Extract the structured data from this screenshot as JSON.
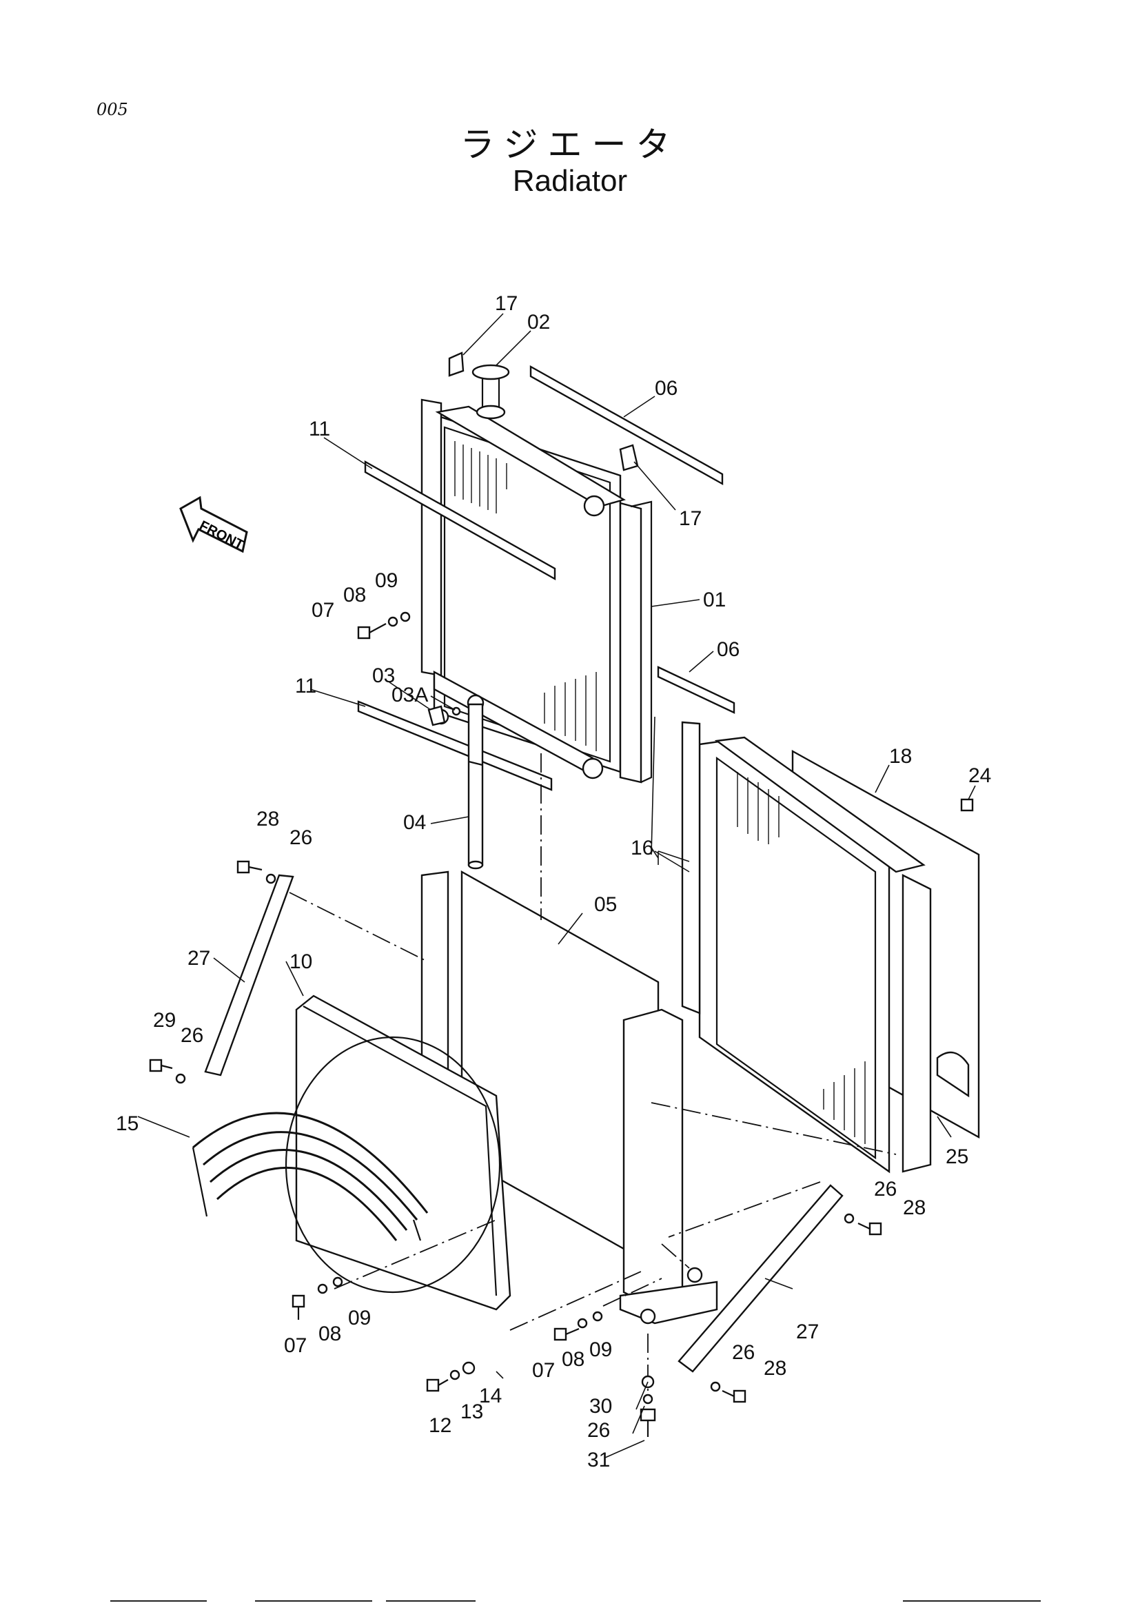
{
  "page": {
    "number": "005",
    "title_jp": "ラジエータ",
    "title_en": "Radiator"
  },
  "front_arrow": {
    "label": "FRONT"
  },
  "callouts": [
    {
      "key": "c17a",
      "text": "17"
    },
    {
      "key": "c02",
      "text": "02"
    },
    {
      "key": "c06a",
      "text": "06"
    },
    {
      "key": "c11a",
      "text": "11"
    },
    {
      "key": "c17b",
      "text": "17"
    },
    {
      "key": "c01",
      "text": "01"
    },
    {
      "key": "c09a",
      "text": "09"
    },
    {
      "key": "c08a",
      "text": "08"
    },
    {
      "key": "c07a",
      "text": "07"
    },
    {
      "key": "c06b",
      "text": "06"
    },
    {
      "key": "c03",
      "text": "03"
    },
    {
      "key": "c03A",
      "text": "03A"
    },
    {
      "key": "c11b",
      "text": "11"
    },
    {
      "key": "c04",
      "text": "04"
    },
    {
      "key": "c18",
      "text": "18"
    },
    {
      "key": "c24",
      "text": "24"
    },
    {
      "key": "c28a",
      "text": "28"
    },
    {
      "key": "c26a",
      "text": "26"
    },
    {
      "key": "c16",
      "text": "16"
    },
    {
      "key": "c05",
      "text": "05"
    },
    {
      "key": "c27a",
      "text": "27"
    },
    {
      "key": "c10",
      "text": "10"
    },
    {
      "key": "c29",
      "text": "29"
    },
    {
      "key": "c26b",
      "text": "26"
    },
    {
      "key": "c15",
      "text": "15"
    },
    {
      "key": "c25",
      "text": "25"
    },
    {
      "key": "c26c",
      "text": "26"
    },
    {
      "key": "c28b",
      "text": "28"
    },
    {
      "key": "c09b",
      "text": "09"
    },
    {
      "key": "c08b",
      "text": "08"
    },
    {
      "key": "c07b",
      "text": "07"
    },
    {
      "key": "c27b",
      "text": "27"
    },
    {
      "key": "c07c",
      "text": "07"
    },
    {
      "key": "c08c",
      "text": "08"
    },
    {
      "key": "c09c",
      "text": "09"
    },
    {
      "key": "c26d",
      "text": "26"
    },
    {
      "key": "c28c",
      "text": "28"
    },
    {
      "key": "c14",
      "text": "14"
    },
    {
      "key": "c13",
      "text": "13"
    },
    {
      "key": "c12",
      "text": "12"
    },
    {
      "key": "c30",
      "text": "30"
    },
    {
      "key": "c26e",
      "text": "26"
    },
    {
      "key": "c31",
      "text": "31"
    }
  ]
}
